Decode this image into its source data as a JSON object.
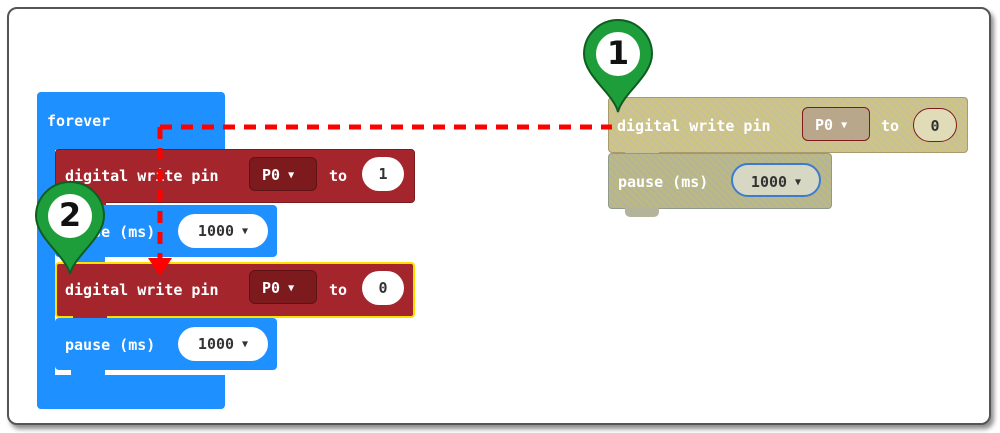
{
  "forever": {
    "label": "forever"
  },
  "stack_blocks": [
    {
      "type": "digital-write",
      "label": "digital write pin",
      "pin": "P0",
      "to": "to",
      "value": "1"
    },
    {
      "type": "pause",
      "label": "pause (ms)",
      "value": "1000"
    },
    {
      "type": "digital-write",
      "label": "digital write pin",
      "pin": "P0",
      "to": "to",
      "value": "0"
    },
    {
      "type": "pause",
      "label": "pause (ms)",
      "value": "1000"
    }
  ],
  "ghost_blocks": [
    {
      "type": "digital-write",
      "label": "digital write pin",
      "pin": "P0",
      "to": "to",
      "value": "0"
    },
    {
      "type": "pause",
      "label": "pause (ms)",
      "value": "1000"
    }
  ],
  "markers": [
    {
      "number": "1"
    },
    {
      "number": "2"
    }
  ],
  "colors": {
    "forever_blue": "#1e90ff",
    "pins_red": "#a4262c",
    "selection_yellow": "#ffe100",
    "marker_green": "#1e9e3a",
    "drag_line_red": "#ff0000"
  },
  "icons": {
    "dropdown": "caret-down-icon",
    "marker": "map-pin-icon"
  }
}
